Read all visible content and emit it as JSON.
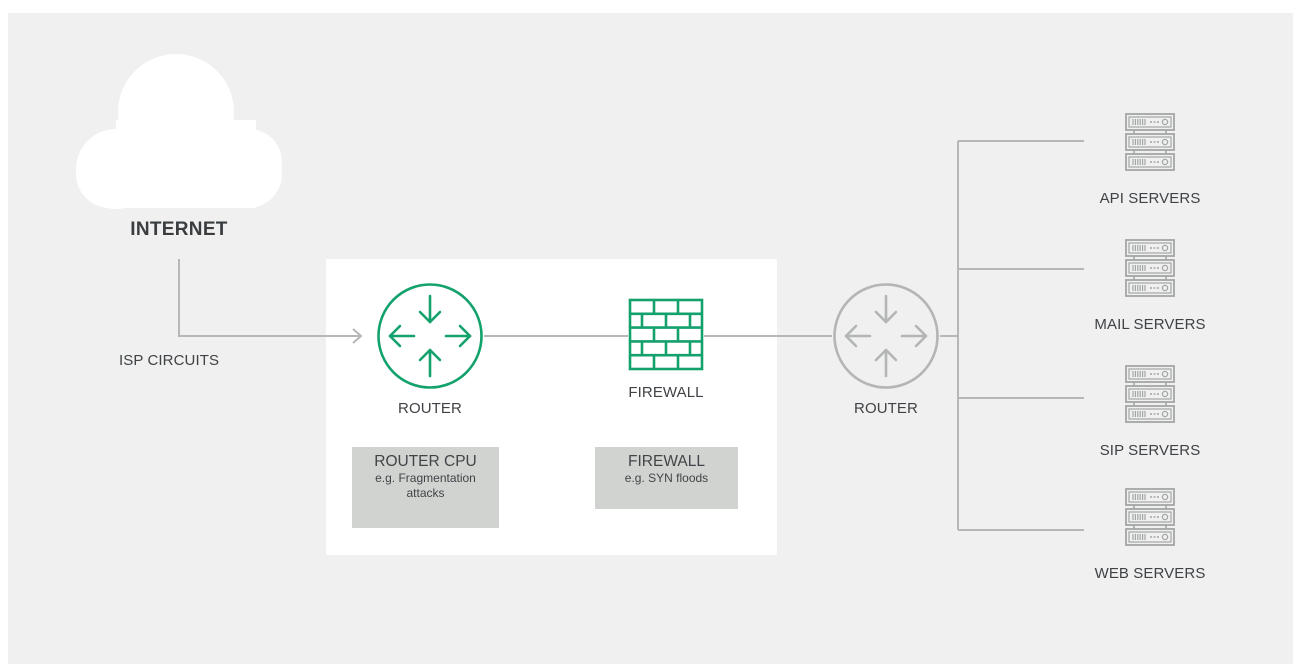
{
  "colors": {
    "background": "#eff0ef",
    "panel": "#ffffff",
    "accent_green": "#13a16c",
    "router_gray": "#b3b6b5",
    "line_gray": "#b6b8b7",
    "server_gray": "#a3a6a5",
    "threat_box": "#d1d3d1"
  },
  "internet": {
    "label": "INTERNET",
    "icon": "cloud-icon"
  },
  "isp": {
    "label": "ISP CIRCUITS"
  },
  "edge_router": {
    "label": "ROUTER",
    "icon": "router-icon"
  },
  "firewall": {
    "label": "FIREWALL",
    "icon": "firewall-icon"
  },
  "core_router": {
    "label": "ROUTER",
    "icon": "router-icon"
  },
  "threats": [
    {
      "title": "ROUTER CPU",
      "subtitle_line1": "e.g. Fragmentation",
      "subtitle_line2": "attacks"
    },
    {
      "title": "FIREWALL",
      "subtitle_line1": "e.g. SYN floods",
      "subtitle_line2": ""
    }
  ],
  "servers": [
    {
      "label": "API SERVERS",
      "icon": "server-rack-icon"
    },
    {
      "label": "MAIL SERVERS",
      "icon": "server-rack-icon"
    },
    {
      "label": "SIP SERVERS",
      "icon": "server-rack-icon"
    },
    {
      "label": "WEB SERVERS",
      "icon": "server-rack-icon"
    }
  ]
}
